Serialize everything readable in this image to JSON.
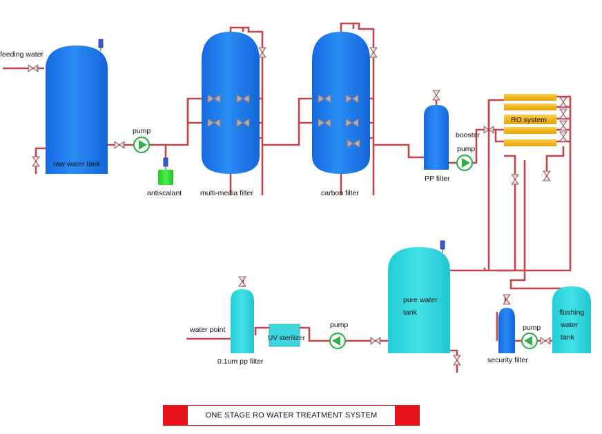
{
  "diagram": {
    "labels": {
      "feeding_water": "feeding water",
      "raw_water_tank": "raw water tank",
      "pump_1": "pump",
      "antiscalant": "antiscalant",
      "multi_media_filter": "multi-media filter",
      "carbon_filter": "carbon filter",
      "pp_filter": "PP filter",
      "booster": "booster",
      "booster_pump": "pump",
      "ro_system": "RO system",
      "pure_water_tank_1": "pure water",
      "pure_water_tank_2": "tank",
      "flushing_1": "flushing",
      "flushing_2": "water",
      "flushing_3": "tank",
      "pump_3": "pump",
      "security_filter": "security filter",
      "pump_2": "pump",
      "uv_sterilizer": "UV sterilizer",
      "water_point": "water point",
      "pp_filter_small": "0.1um pp filter"
    },
    "colors": {
      "pipe": "#c3454b",
      "tank_blue": "#1e7ff0",
      "tank_cyan": "#30d6dc",
      "antiscalant_green": "#33dd33",
      "ro_membrane": "#f5c030",
      "banner_red": "#e8141c"
    }
  },
  "banner": {
    "title": "ONE STAGE RO WATER TREATMENT SYSTEM"
  }
}
